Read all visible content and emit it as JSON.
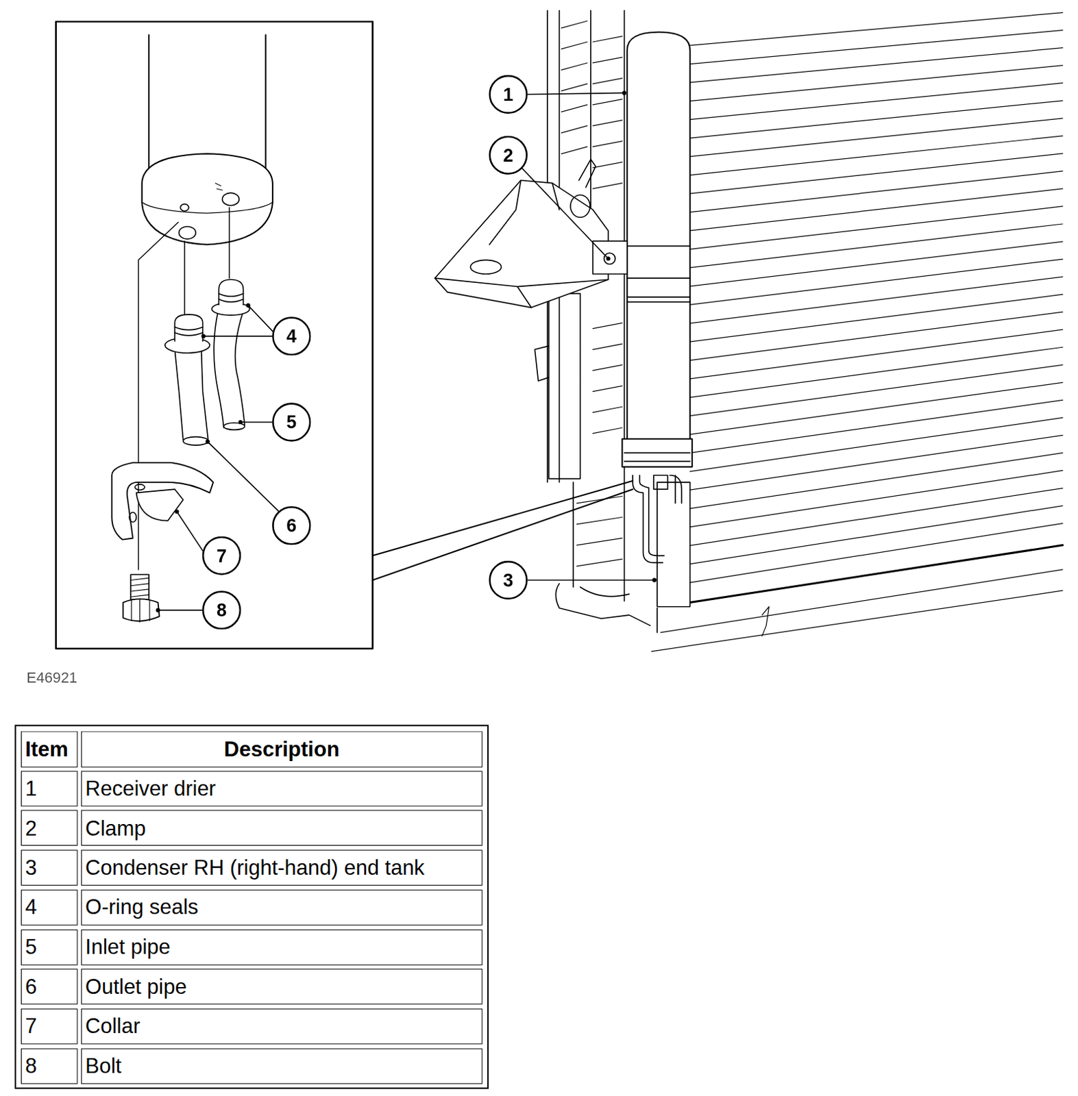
{
  "diagram": {
    "nodes": [
      {
        "text": [
          "1"
        ]
      },
      {
        "text": [
          "2"
        ]
      },
      {
        "text": [
          "3"
        ]
      },
      {
        "text": [
          "4"
        ]
      },
      {
        "text": [
          "5"
        ]
      },
      {
        "text": [
          "6"
        ]
      },
      {
        "text": [
          "7"
        ]
      },
      {
        "text": [
          "8"
        ]
      }
    ],
    "labels": [
      "E46921",
      "Item",
      "Description",
      "1",
      "Receiver drier",
      "2",
      "Clamp",
      "3",
      "Condenser RH (right-hand) end tank",
      "4",
      "O-ring seals",
      "5",
      "Inlet pipe",
      "6",
      "Outlet pipe",
      "7",
      "Collar",
      "8",
      "Bolt"
    ]
  }
}
